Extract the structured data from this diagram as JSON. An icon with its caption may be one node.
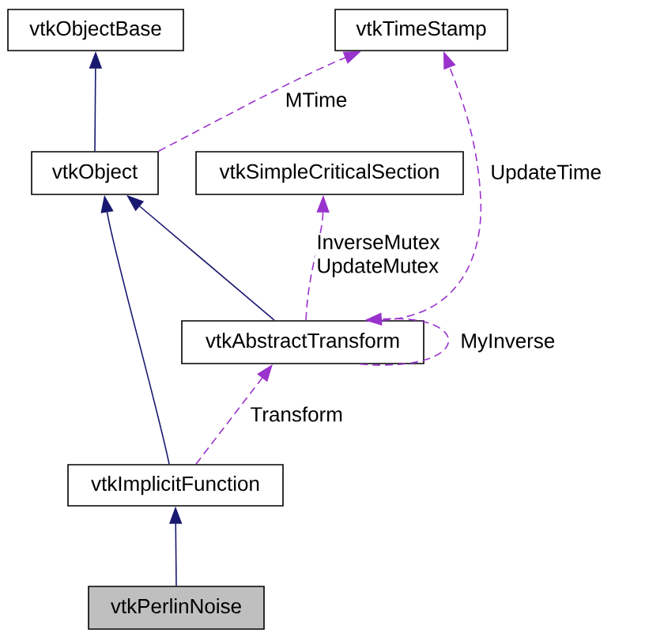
{
  "diagram": {
    "nodes": [
      {
        "text": [
          "vtkObjectBase"
        ]
      },
      {
        "text": [
          "vtkTimeStamp"
        ]
      },
      {
        "text": [
          "vtkObject"
        ]
      },
      {
        "text": [
          "vtkSimpleCriticalSection"
        ]
      },
      {
        "text": [
          "vtkAbstractTransform"
        ]
      },
      {
        "text": [
          "vtkImplicitFunction"
        ]
      },
      {
        "text": [
          "vtkPerlinNoise"
        ]
      }
    ],
    "edges": [
      {
        "from": 2,
        "to": 0,
        "arrow": "to",
        "color": "#191970"
      },
      {
        "from": 2,
        "to": 1,
        "arrow": "to",
        "label": "MTime",
        "style": "dashed"
      },
      {
        "from": 4,
        "to": 2,
        "arrow": "to",
        "color": "#191970"
      },
      {
        "from": 4,
        "to": 3,
        "arrow": "to",
        "label": "InverseMutex UpdateMutex",
        "style": "dashed"
      },
      {
        "from": 4,
        "to": 1,
        "arrow": "to",
        "label": "UpdateTime",
        "style": "dashed"
      },
      {
        "from": 4,
        "to": 4,
        "arrow": "to",
        "label": "MyInverse",
        "style": "dashed"
      },
      {
        "from": 5,
        "to": 2,
        "arrow": "to",
        "color": "#191970"
      },
      {
        "from": 5,
        "to": 4,
        "arrow": "to",
        "label": "Transform",
        "style": "dashed"
      },
      {
        "from": 6,
        "to": 5,
        "arrow": "to",
        "color": "#191970"
      }
    ]
  }
}
